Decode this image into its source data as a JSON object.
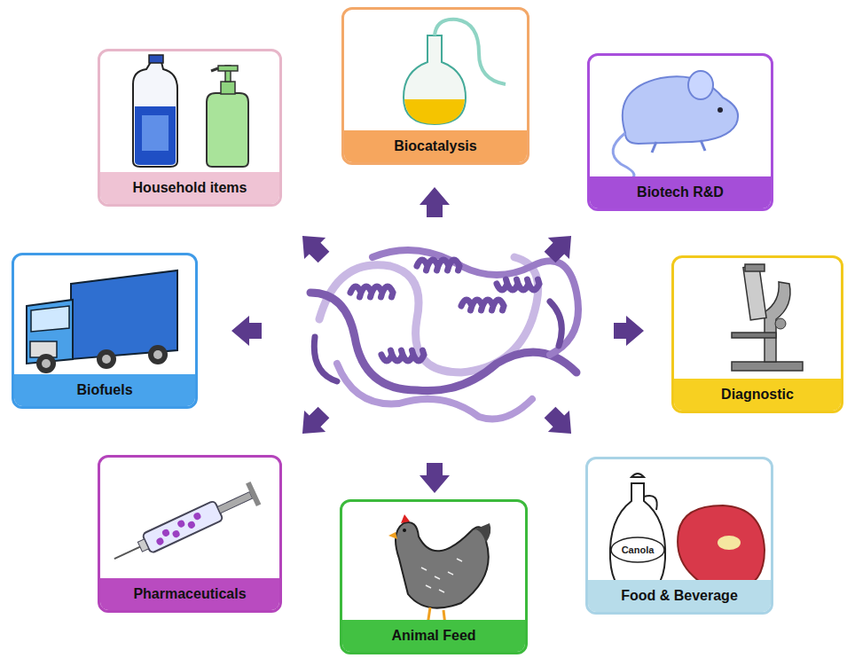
{
  "diagram": {
    "nodes": [
      {
        "text": [
          "Household items"
        ]
      },
      {
        "text": [
          "Biocatalysis"
        ]
      },
      {
        "text": [
          "Biotech R&D"
        ]
      },
      {
        "text": [
          "Biofuels"
        ]
      },
      {
        "text": [
          "Diagnostic"
        ]
      },
      {
        "text": [
          "Pharmaceuticals"
        ]
      },
      {
        "text": [
          "Animal Feed"
        ]
      },
      {
        "text": [
          "Food & Beverage"
        ]
      }
    ],
    "labels": [
      "Canola"
    ]
  }
}
